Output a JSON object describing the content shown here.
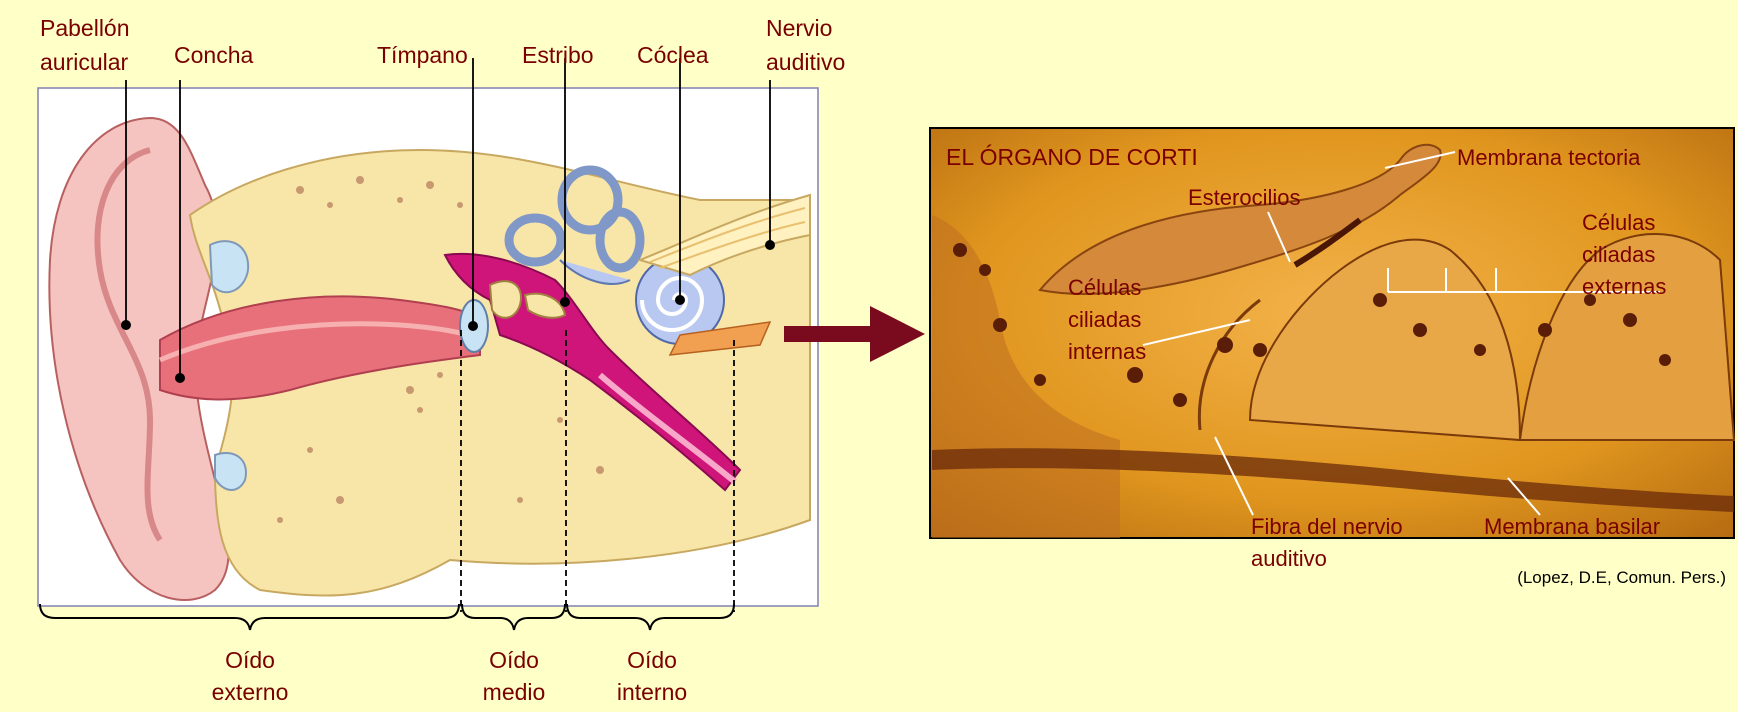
{
  "labels": {
    "pabellon": [
      "Pabellón",
      "auricular"
    ],
    "concha": "Concha",
    "timpano": "Tímpano",
    "estribo": "Estribo",
    "coclea": "Cóclea",
    "nervio": [
      "Nervio",
      "auditivo"
    ]
  },
  "sections": {
    "externo": [
      "Oído",
      "externo"
    ],
    "medio": [
      "Oído",
      "medio"
    ],
    "interno": [
      "Oído",
      "interno"
    ]
  },
  "corti": {
    "title": "EL ÓRGANO DE CORTI",
    "membrana_tectoria": "Membrana tectoria",
    "esterocilios": "Esterocilios",
    "celulas_externas": [
      "Células",
      "ciliadas",
      "externas"
    ],
    "celulas_internas": [
      "Células",
      "ciliadas",
      "internas"
    ],
    "fibra": [
      "Fibra del nervio",
      "auditivo"
    ],
    "membrana_basilar": "Membrana basilar"
  },
  "credit": "(Lopez, D.E, Comun. Pers.)",
  "colors": {
    "background": "#ffffc8",
    "label": "#7a0000",
    "arrow": "#7a0a1e",
    "skin": "#f6c4c0",
    "canal": "#e8707a",
    "bone": "#f8e6a8",
    "cochlea": "#b8c8f0",
    "vessel": "#d0157a",
    "micrograph": "#e0961e"
  }
}
